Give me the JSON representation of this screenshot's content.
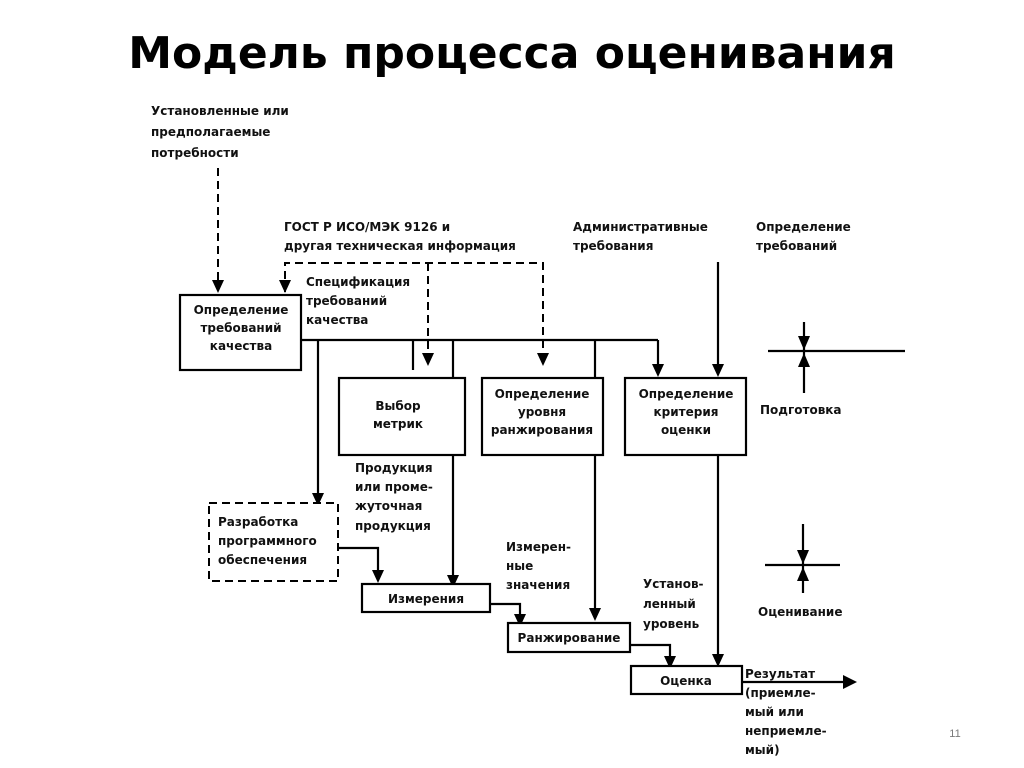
{
  "title": "Модель процесса оценивания",
  "page_number": "11",
  "diagram": {
    "inputs": {
      "needs": [
        "Установленные или",
        "предполагаемые",
        "потребности"
      ],
      "gost": [
        "ГОСТ Р ИСО/МЭК 9126 и",
        "другая техническая информация"
      ],
      "admin": [
        "Административные",
        "требования"
      ],
      "req_def": [
        "Определение",
        "требований"
      ]
    },
    "boxes": {
      "quality_req": [
        "Определение",
        "требований",
        "качества"
      ],
      "metric_selection": [
        "Выбор",
        "метрик"
      ],
      "ranking_level": [
        "Определение",
        "уровня",
        "ранжирования"
      ],
      "criteria": [
        "Определение",
        "критерия",
        "оценки"
      ],
      "software_dev": [
        "Разработка",
        "программного",
        "обеспечения"
      ],
      "measurement": "Измерения",
      "ranking": "Ранжирование",
      "evaluation": "Оценка"
    },
    "labels": {
      "quality_spec": [
        "Спецификация",
        "требований",
        "качества"
      ],
      "product": [
        "Продукция",
        "или проме-",
        "жуточная",
        "продукция"
      ],
      "measured": [
        "Измерен-",
        "ные",
        "значения"
      ],
      "set_level": [
        "Установ-",
        "ленный",
        "уровень"
      ],
      "result": [
        "Результат",
        "(приемле-",
        "мый или",
        "неприемле-",
        "мый)"
      ]
    },
    "legend": {
      "preparation": "Подготовка",
      "evaluation": "Оценивание"
    }
  }
}
